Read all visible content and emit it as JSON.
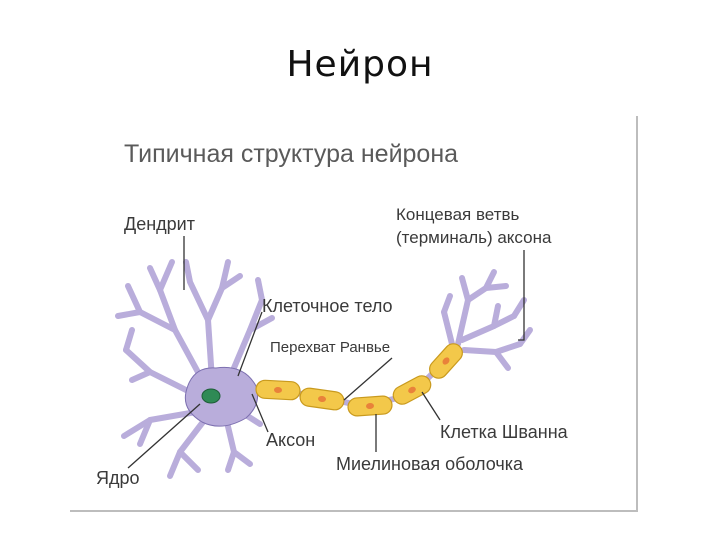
{
  "slide": {
    "title": "Нейрон"
  },
  "diagram": {
    "heading": "Типичная структура нейрона",
    "labels": {
      "dendrite": "Дендрит",
      "axon_terminal_line1": "Концевая ветвь",
      "axon_terminal_line2": "(терминаль) аксона",
      "cell_body": "Клеточное тело",
      "node_of_ranvier": "Перехват Ранвье",
      "axon": "Аксон",
      "schwann_cell": "Клетка Шванна",
      "nucleus": "Ядро",
      "myelin_sheath": "Миелиновая оболочка"
    },
    "colors": {
      "neuron_body": "#b9addb",
      "neuron_outline": "#7d70b0",
      "nucleus": "#2f8a55",
      "myelin": "#f3c84a",
      "myelin_outline": "#c99a1e",
      "schwann_nucleus": "#e9823a",
      "heading": "#5a5a5a",
      "leader_line": "#333333"
    }
  }
}
